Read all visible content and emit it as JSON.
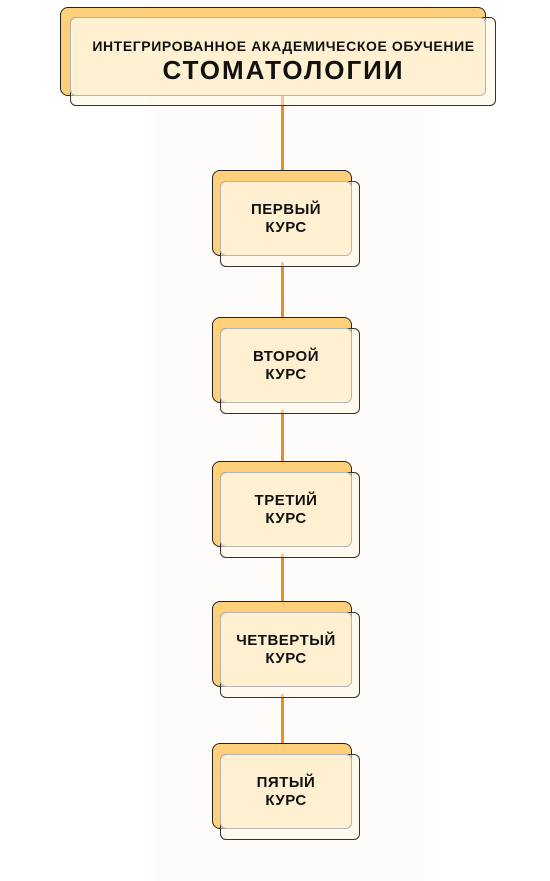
{
  "diagram": {
    "type": "vertical-hierarchy",
    "connector_color": "#ee8c24",
    "box_fill_color": "#ffcf7a",
    "box_inner_color": "#fff0d2",
    "root": {
      "line1": "ИНТЕГРИРОВАННОЕ АКАДЕМИЧЕСКОЕ ОБУЧЕНИЕ",
      "line2": "СТОМАТОЛОГИИ"
    },
    "courses": [
      {
        "line1": "ПЕРВЫЙ",
        "line2": "КУРС"
      },
      {
        "line1": "ВТОРОЙ",
        "line2": "КУРС"
      },
      {
        "line1": "ТРЕТИЙ",
        "line2": "КУРС"
      },
      {
        "line1": "ЧЕТВЕРТЫЙ",
        "line2": "КУРС"
      },
      {
        "line1": "ПЯТЫЙ",
        "line2": "КУРС"
      }
    ]
  }
}
